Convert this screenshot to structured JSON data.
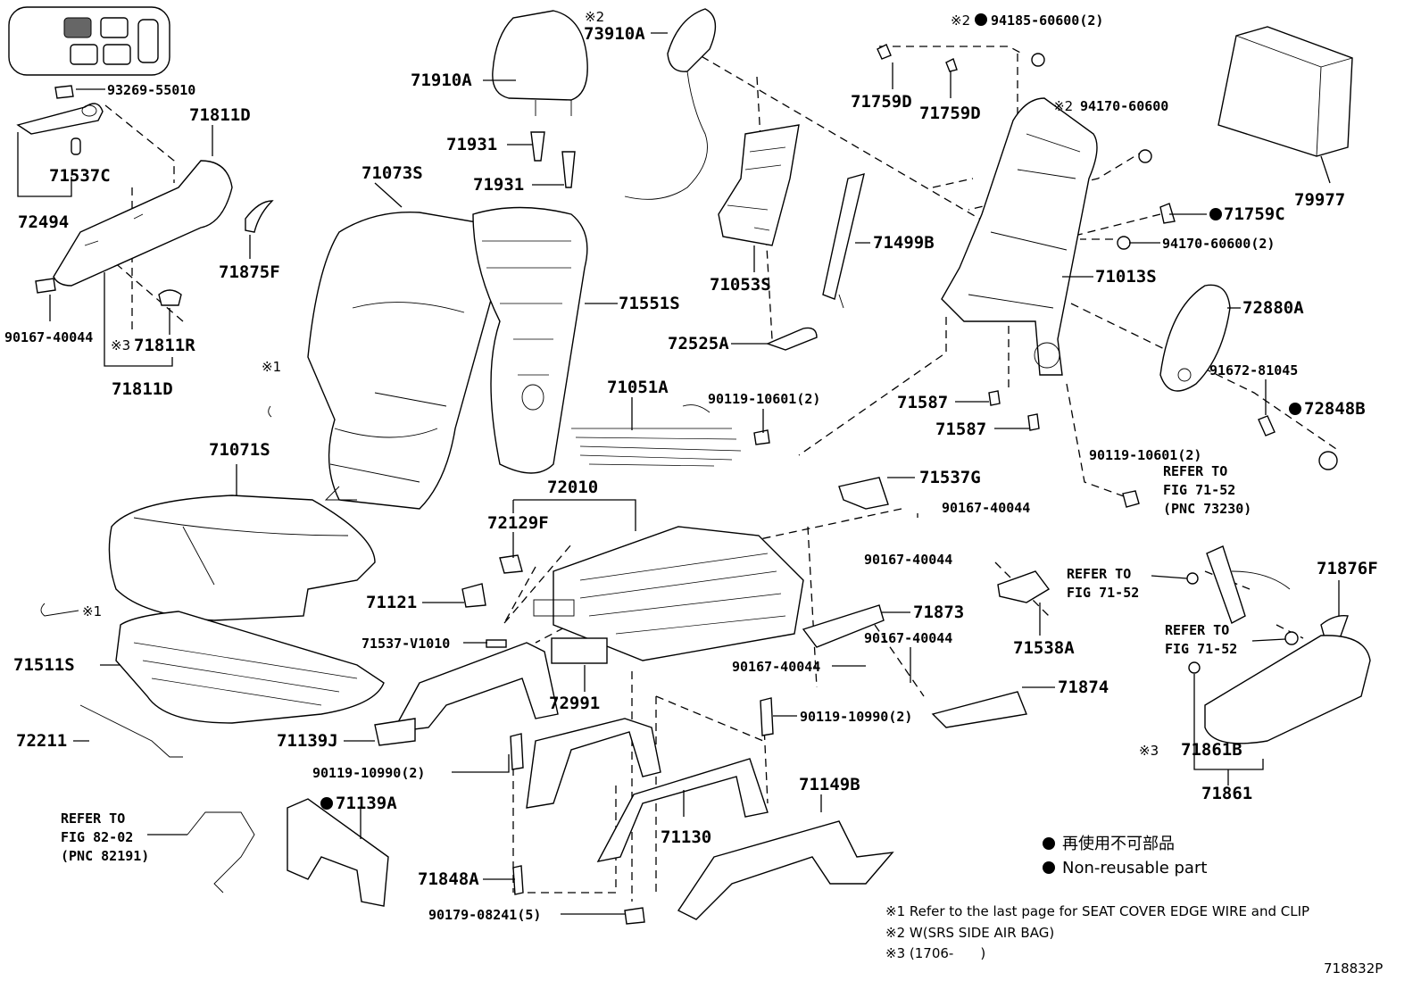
{
  "parts": {
    "p73910A": "73910A",
    "p71910A": "71910A",
    "p71931a": "71931",
    "p71931b": "71931",
    "p71073S": "71073S",
    "p93269": "93269-55010",
    "p71811D_top": "71811D",
    "p71537C": "71537C",
    "p72494": "72494",
    "p71875F": "71875F",
    "p90167_left": "90167-40044",
    "p71811R": "71811R",
    "p71811D_bot": "71811D",
    "p71551S": "71551S",
    "p71053S": "71053S",
    "p94185": "94185-60600(2)",
    "p71759D_a": "71759D",
    "p71759D_b": "71759D",
    "p94170_top": "94170-60600",
    "p79977": "79977",
    "p71499B": "71499B",
    "p71759C": "71759C",
    "p94170_2": "94170-60600(2)",
    "p71013S": "71013S",
    "p72880A": "72880A",
    "p72525A": "72525A",
    "p71051A": "71051A",
    "p90119_10601a": "90119-10601(2)",
    "p71587a": "71587",
    "p71587b": "71587",
    "p91672": "91672-81045",
    "p72848B": "72848B",
    "p90119_10601b": "90119-10601(2)",
    "p71071S": "71071S",
    "p72010": "72010",
    "p71537G": "71537G",
    "p72129F": "72129F",
    "p90167_a": "90167-40044",
    "p90167_b": "90167-40044",
    "p71121": "71121",
    "p71873": "71873",
    "p71538A": "71538A",
    "p71876F": "71876F",
    "p71537V": "71537-V1010",
    "p90167_c": "90167-40044",
    "p90167_d": "90167-40044",
    "p71511S": "71511S",
    "p72991": "72991",
    "p71874": "71874",
    "p72211": "72211",
    "p71139J": "71139J",
    "p90119_10990a": "90119-10990(2)",
    "p90119_10990b": "90119-10990(2)",
    "p71861B": "71861B",
    "p71861": "71861",
    "p71139A": "71139A",
    "p71149B": "71149B",
    "p71130": "71130",
    "p71848A": "71848A",
    "p90179": "90179-08241(5)"
  },
  "marks": {
    "m1_a": "※1",
    "m1_b": "※1",
    "m2_a": "※2",
    "m2_b": "※2",
    "m2_c": "※2",
    "m3_a": "※3",
    "m3_b": "※3"
  },
  "refs": {
    "r1_l1": "REFER TO",
    "r1_l2": "FIG 71-52",
    "r1_l3": "(PNC 73230)",
    "r2_l1": "REFER TO",
    "r2_l2": "FIG 71-52",
    "r3_l1": "REFER TO",
    "r3_l2": "FIG 71-52",
    "r4_l1": "REFER TO",
    "r4_l2": "FIG 82-02",
    "r4_l3": "(PNC 82191)"
  },
  "legend": {
    "jp": "再使用不可部品",
    "en": "Non-reusable part"
  },
  "notes": {
    "n1": "※1 Refer to the last page for SEAT COVER EDGE WIRE and CLIP",
    "n2": "※2 W(SRS SIDE AIR BAG)",
    "n3": "※3 (1706-　　)"
  },
  "figure_code": "718832P"
}
